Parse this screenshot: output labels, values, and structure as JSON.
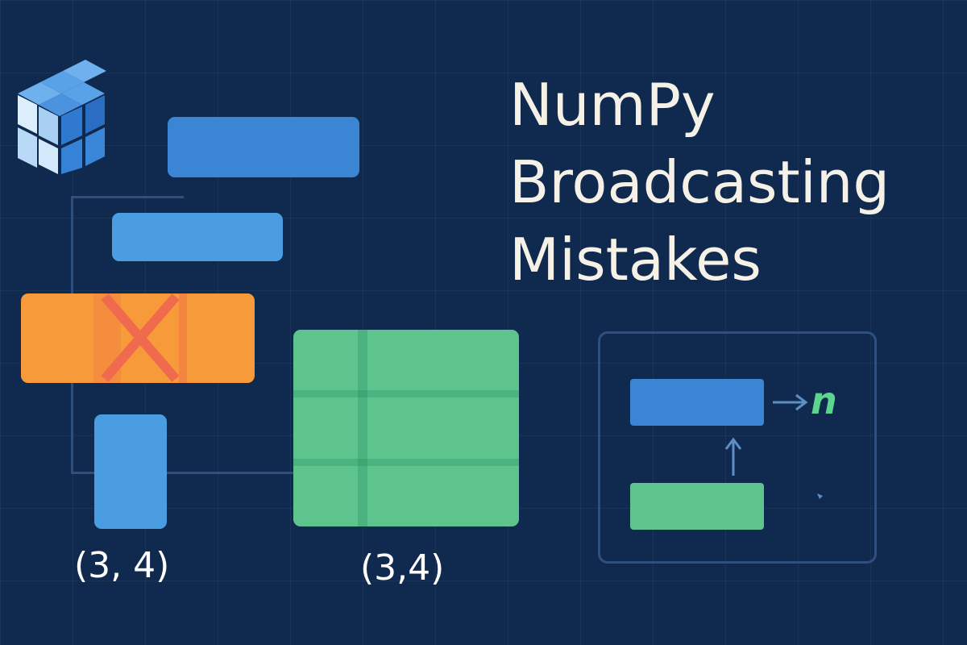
{
  "title": {
    "line1": "NumPy",
    "line2": "Broadcasting",
    "line3": "Mistakes"
  },
  "labels": {
    "left_shape": "(3, 4)",
    "right_shape": "(3,4)",
    "panel_variable": "n"
  },
  "icons": {
    "logo": "numpy-cube-icon",
    "error": "cross-mark-icon",
    "arrow_right": "arrow-right-icon",
    "arrow_up": "arrow-up-icon"
  },
  "colors": {
    "background": "#102a4f",
    "blue": "#3a86d4",
    "light_blue": "#4a9de0",
    "orange": "#f79a39",
    "error_mark": "#f06a4e",
    "green": "#5cc48c",
    "title": "#f5f1e6"
  }
}
